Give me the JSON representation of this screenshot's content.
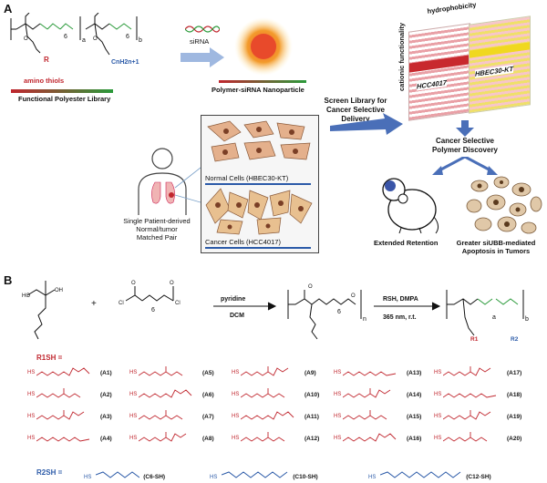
{
  "panel_a": {
    "label": "A",
    "polymer_subscripts": {
      "six": "6",
      "a": "a",
      "b": "b",
      "r": "R",
      "cn": "CnH2n+1",
      "six2": "6"
    },
    "amino_thiols": "amino thiols",
    "library_label": "Functional Polyester Library",
    "sirna": "siRNA",
    "nanoparticle_label": "Polymer-siRNA Nanoparticle",
    "hydrophobicity": "hydrophobicity",
    "cationic": "cationic functionality",
    "hcc_label": "HCC4017",
    "hbec_label": "HBEC30-KT",
    "screen_label": [
      "Screen Library for",
      "Cancer Selective",
      "Delivery"
    ],
    "discovery_label": [
      "Cancer Selective",
      "Polymer Discovery"
    ],
    "normal_cells": "Normal Cells (HBEC30-KT)",
    "cancer_cells": "Cancer Cells (HCC4017)",
    "patient_label": [
      "Single Patient-derived",
      "Normal/tumor",
      "Matched Pair"
    ],
    "retention": "Extended Retention",
    "apoptosis": [
      "Greater siUBB-mediated",
      "Apoptosis in Tumors"
    ]
  },
  "panel_b": {
    "label": "B",
    "reagent1": "pyridine",
    "solvent1": "DCM",
    "reagent2": "RSH, DMPA",
    "condition2": "365 nm, r.t.",
    "plus": "+",
    "monomer_six": "6",
    "subscripts": {
      "n": "n",
      "a": "a",
      "b": "b",
      "six": "6",
      "r1": "R1",
      "r2": "R2"
    },
    "r1_label": "R1SH =",
    "r1_codes": [
      [
        "(A1)",
        "(A5)",
        "(A9)",
        "(A13)",
        "(A17)"
      ],
      [
        "(A2)",
        "(A6)",
        "(A10)",
        "(A14)",
        "(A18)"
      ],
      [
        "(A3)",
        "(A7)",
        "(A11)",
        "(A15)",
        "(A19)"
      ],
      [
        "(A4)",
        "(A8)",
        "(A12)",
        "(A16)",
        "(A20)"
      ]
    ],
    "hs": "HS",
    "r2_label": "R2SH =",
    "r2_items": [
      {
        "code": "(C6-SH)"
      },
      {
        "code": "(C10-SH)"
      },
      {
        "code": "(C12-SH)"
      }
    ]
  },
  "colors": {
    "red": "#c0262e",
    "green": "#2a9a3a",
    "blue": "#2b5aa8",
    "arrow_blue": "#4a6fb8",
    "stripe_pink": "#e9a0a6",
    "stripe_yellow": "#efe06a"
  }
}
